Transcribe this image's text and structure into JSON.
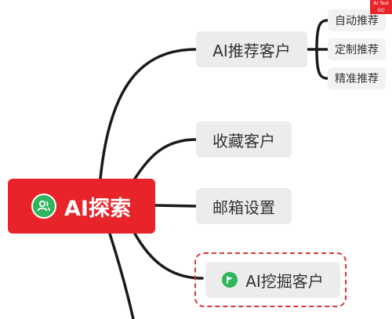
{
  "root": {
    "label": "AI探索"
  },
  "branches": [
    {
      "label": "AI推荐客户"
    },
    {
      "label": "收藏客户"
    },
    {
      "label": "邮箱设置"
    },
    {
      "label": "AI挖掘客户"
    }
  ],
  "leaves": [
    {
      "label": "自动推荐"
    },
    {
      "label": "定制推荐"
    },
    {
      "label": "精准推荐"
    }
  ],
  "corner_badge": {
    "line1": "AI Tool",
    "line2": "GO"
  },
  "colors": {
    "root_bg": "#e8232a",
    "node_bg": "#ececec",
    "line": "#1a1a1a",
    "highlight_border": "#d9373d",
    "icon_green": "#2fb55c"
  }
}
